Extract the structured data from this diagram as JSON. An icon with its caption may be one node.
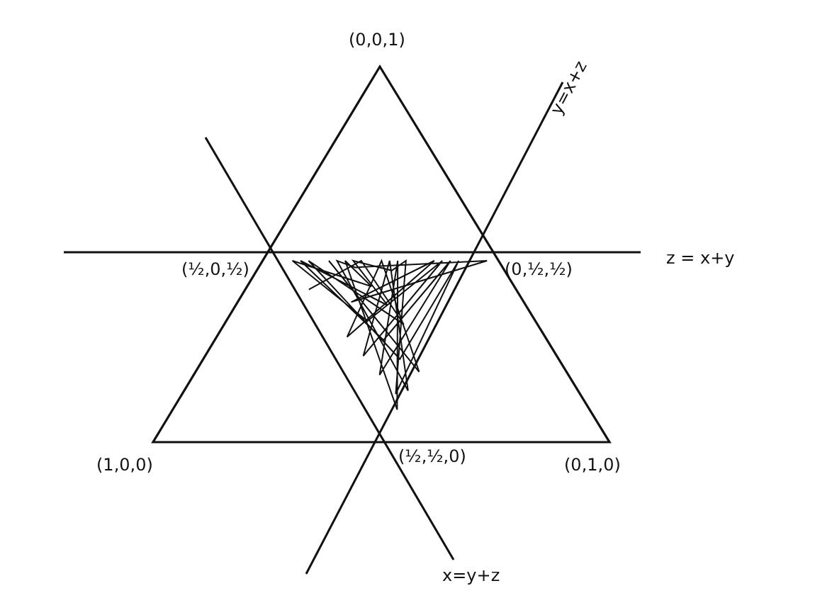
{
  "diagram": {
    "labels": [
      "(0,0,1)",
      "y=x+z",
      "(½,0,½)",
      "(0,½,½)",
      "z = x+y",
      "(1,0,0)",
      "(½,½,0)",
      "(0,1,0)",
      "x=y+z"
    ]
  }
}
